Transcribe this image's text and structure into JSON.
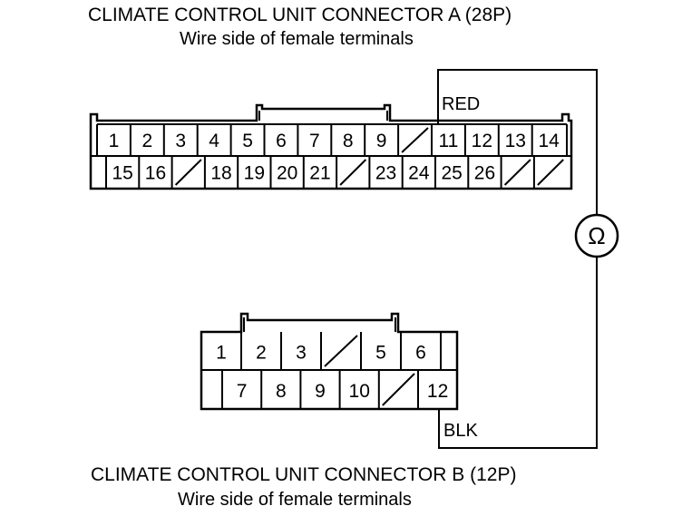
{
  "connector_a": {
    "title": "CLIMATE CONTROL UNIT CONNECTOR A (28P)",
    "subtitle": "Wire side of female terminals",
    "row1": [
      "1",
      "2",
      "3",
      "4",
      "5",
      "6",
      "7",
      "8",
      "9",
      "",
      "11",
      "12",
      "13",
      "14"
    ],
    "row2": [
      "15",
      "16",
      "",
      "18",
      "19",
      "20",
      "21",
      "",
      "23",
      "24",
      "25",
      "26",
      "",
      ""
    ],
    "wire_color": "RED",
    "probe_terminal": "11"
  },
  "connector_b": {
    "title": "CLIMATE CONTROL UNIT CONNECTOR B (12P)",
    "subtitle": "Wire side of female terminals",
    "row1": [
      "1",
      "2",
      "3",
      "",
      "5",
      "6"
    ],
    "row2": [
      "7",
      "8",
      "9",
      "10",
      "",
      "12"
    ],
    "wire_color": "BLK",
    "probe_terminal": "12"
  },
  "meter": {
    "symbol": "Ω",
    "icon": "ohmmeter-icon"
  }
}
